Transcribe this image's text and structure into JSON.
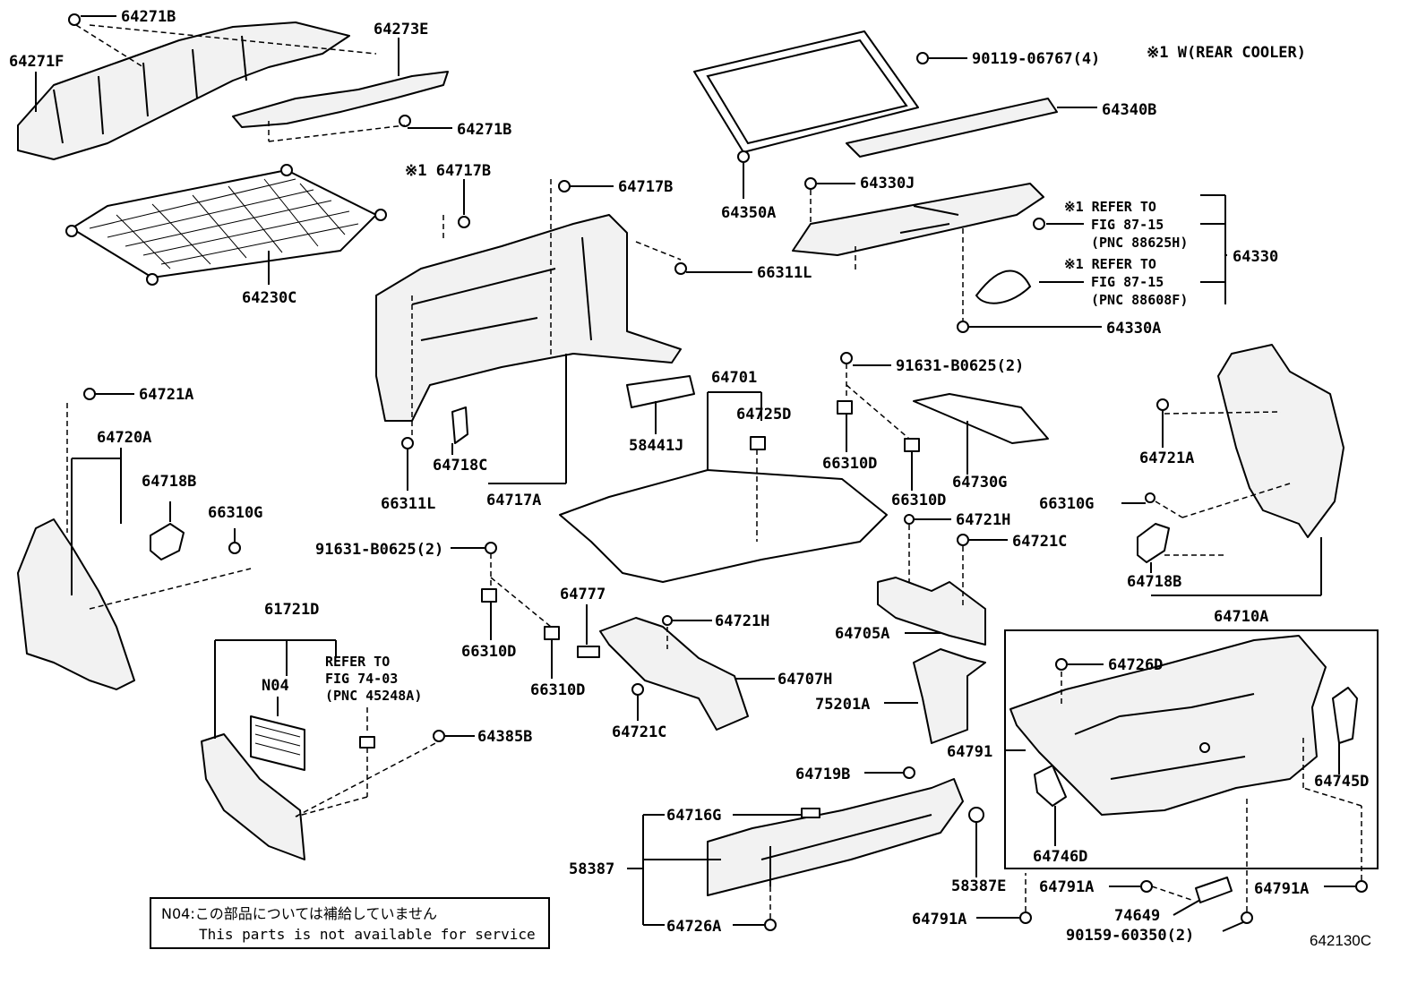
{
  "diagram": {
    "figure_code": "642130C",
    "header_note": "※1 W(REAR COOLER)",
    "footnote": {
      "jp": "N04:この部品については補給していません",
      "en": "This parts is not available for service"
    },
    "refer_note_1": {
      "line1": "※1 REFER TO",
      "line2": "FIG 87-15",
      "line3": "(PNC 88625H)"
    },
    "refer_note_2": {
      "line1": "※1 REFER TO",
      "line2": "FIG 87-15",
      "line3": "(PNC 88608F)"
    },
    "refer_note_3": {
      "line1": "REFER TO",
      "line2": "FIG 74-03",
      "line3": "(PNC 45248A)"
    },
    "labels": {
      "p64271B_a": "64271B",
      "p64273E": "64273E",
      "p64271F": "64271F",
      "p64271B_b": "64271B",
      "p64230C": "64230C",
      "p64717B_x": "※1 64717B",
      "p64717B": "64717B",
      "p66311L_a": "66311L",
      "p66311L_b": "66311L",
      "p64718C": "64718C",
      "p64717A": "64717A",
      "p58441J": "58441J",
      "p64701": "64701",
      "p64725D": "64725D",
      "p90119": "90119-06767(4)",
      "p64340B": "64340B",
      "p64350A": "64350A",
      "p64330J": "64330J",
      "p64330": "64330",
      "p64330A": "64330A",
      "p91631_a": "91631-B0625(2)",
      "p66310D_a": "66310D",
      "p66310D_b": "66310D",
      "p64730G": "64730G",
      "p64721A_a": "64721A",
      "p64720A": "64720A",
      "p64718B_a": "64718B",
      "p66310G_a": "66310G",
      "p64721A_b": "64721A",
      "p66310G_b": "66310G",
      "p64718B_b": "64718B",
      "p64710A": "64710A",
      "p64721H_a": "64721H",
      "p64721C_a": "64721C",
      "p91631_b": "91631-B0625(2)",
      "p66310D_c": "66310D",
      "p66310D_d": "66310D",
      "p64777": "64777",
      "p64721H_b": "64721H",
      "p64707H": "64707H",
      "p64721C_b": "64721C",
      "p64705A": "64705A",
      "p75201A": "75201A",
      "p61721D": "61721D",
      "pN04": "N04",
      "p64385B": "64385B",
      "p64726D": "64726D",
      "p64791": "64791",
      "p64745D": "64745D",
      "p64746D": "64746D",
      "p64719B": "64719B",
      "p64716G": "64716G",
      "p58387": "58387",
      "p58387E": "58387E",
      "p64726A": "64726A",
      "p64791A_a": "64791A",
      "p64791A_b": "64791A",
      "p64791A_c": "64791A",
      "p74649": "74649",
      "p90159": "90159-60350(2)"
    }
  }
}
